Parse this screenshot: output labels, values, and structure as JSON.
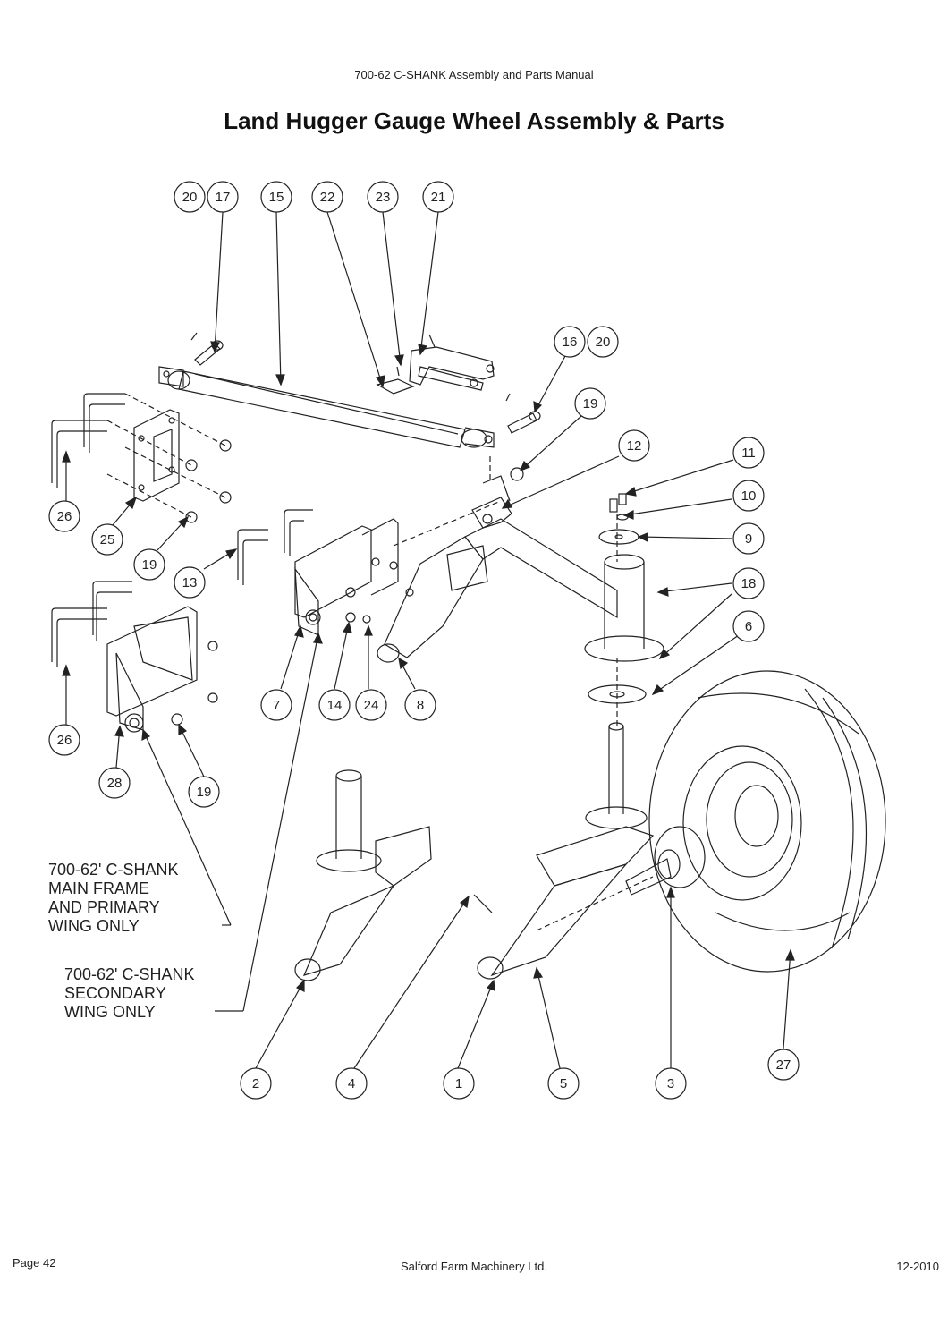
{
  "header": {
    "manual_title": "700-62 C-SHANK Assembly and Parts Manual"
  },
  "page_title": "Land Hugger Gauge Wheel Assembly & Parts",
  "callouts": [
    "20",
    "17",
    "15",
    "22",
    "23",
    "21",
    "16",
    "20",
    "19",
    "12",
    "11",
    "10",
    "9",
    "18",
    "6",
    "26",
    "25",
    "19",
    "13",
    "7",
    "14",
    "24",
    "8",
    "26",
    "28",
    "19",
    "2",
    "4",
    "1",
    "5",
    "3",
    "27"
  ],
  "notes": {
    "main_frame": [
      "700-62' C-SHANK",
      "MAIN FRAME",
      "AND PRIMARY",
      "WING ONLY"
    ],
    "secondary_wing": [
      "700-62' C-SHANK",
      "SECONDARY",
      "WING ONLY"
    ]
  },
  "footer": {
    "page": "Page 42",
    "company": "Salford Farm Machinery Ltd.",
    "date": "12-2010"
  },
  "colors": {
    "line": "#222222",
    "background": "#ffffff"
  }
}
